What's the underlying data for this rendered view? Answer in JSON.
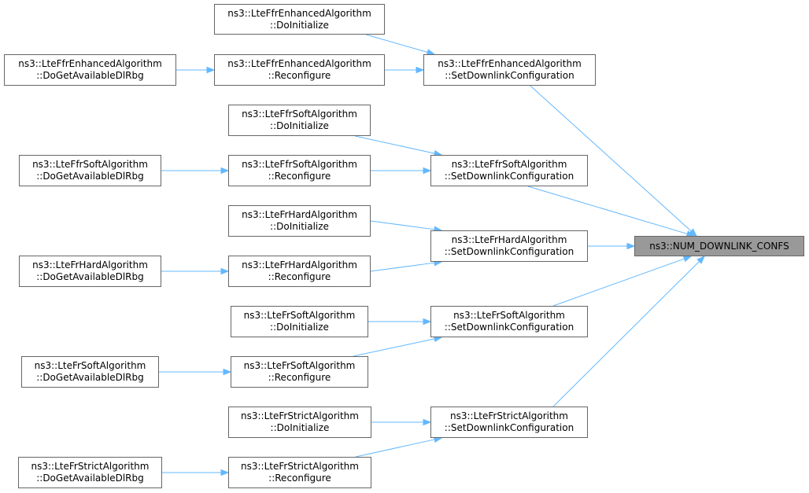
{
  "colors": {
    "edge": "#63b8ff",
    "node_border": "#666666",
    "target_fill": "#999999",
    "node_fill": "#ffffff"
  },
  "target": {
    "line1": "ns3::NUM_DOWNLINK_CONFS"
  },
  "nodes": {
    "enh_doinit": {
      "line1": "ns3::LteFfrEnhancedAlgorithm",
      "line2": "::DoInitialize"
    },
    "enh_dlrbg": {
      "line1": "ns3::LteFfrEnhancedAlgorithm",
      "line2": "::DoGetAvailableDlRbg"
    },
    "enh_reconf": {
      "line1": "ns3::LteFfrEnhancedAlgorithm",
      "line2": "::Reconfigure"
    },
    "enh_setdl": {
      "line1": "ns3::LteFfrEnhancedAlgorithm",
      "line2": "::SetDownlinkConfiguration"
    },
    "ffrsoft_doinit": {
      "line1": "ns3::LteFfrSoftAlgorithm",
      "line2": "::DoInitialize"
    },
    "ffrsoft_dlrbg": {
      "line1": "ns3::LteFfrSoftAlgorithm",
      "line2": "::DoGetAvailableDlRbg"
    },
    "ffrsoft_reconf": {
      "line1": "ns3::LteFfrSoftAlgorithm",
      "line2": "::Reconfigure"
    },
    "ffrsoft_setdl": {
      "line1": "ns3::LteFfrSoftAlgorithm",
      "line2": "::SetDownlinkConfiguration"
    },
    "hard_doinit": {
      "line1": "ns3::LteFrHardAlgorithm",
      "line2": "::DoInitialize"
    },
    "hard_dlrbg": {
      "line1": "ns3::LteFrHardAlgorithm",
      "line2": "::DoGetAvailableDlRbg"
    },
    "hard_reconf": {
      "line1": "ns3::LteFrHardAlgorithm",
      "line2": "::Reconfigure"
    },
    "hard_setdl": {
      "line1": "ns3::LteFrHardAlgorithm",
      "line2": "::SetDownlinkConfiguration"
    },
    "frsoft_doinit": {
      "line1": "ns3::LteFrSoftAlgorithm",
      "line2": "::DoInitialize"
    },
    "frsoft_dlrbg": {
      "line1": "ns3::LteFrSoftAlgorithm",
      "line2": "::DoGetAvailableDlRbg"
    },
    "frsoft_reconf": {
      "line1": "ns3::LteFrSoftAlgorithm",
      "line2": "::Reconfigure"
    },
    "frsoft_setdl": {
      "line1": "ns3::LteFrSoftAlgorithm",
      "line2": "::SetDownlinkConfiguration"
    },
    "strict_doinit": {
      "line1": "ns3::LteFrStrictAlgorithm",
      "line2": "::DoInitialize"
    },
    "strict_dlrbg": {
      "line1": "ns3::LteFrStrictAlgorithm",
      "line2": "::DoGetAvailableDlRbg"
    },
    "strict_reconf": {
      "line1": "ns3::LteFrStrictAlgorithm",
      "line2": "::Reconfigure"
    },
    "strict_setdl": {
      "line1": "ns3::LteFrStrictAlgorithm",
      "line2": "::SetDownlinkConfiguration"
    }
  },
  "edges": [
    [
      "enh_doinit",
      "enh_setdl"
    ],
    [
      "enh_dlrbg",
      "enh_reconf"
    ],
    [
      "enh_reconf",
      "enh_setdl"
    ],
    [
      "enh_setdl",
      "target"
    ],
    [
      "ffrsoft_doinit",
      "ffrsoft_setdl"
    ],
    [
      "ffrsoft_dlrbg",
      "ffrsoft_reconf"
    ],
    [
      "ffrsoft_reconf",
      "ffrsoft_setdl"
    ],
    [
      "ffrsoft_setdl",
      "target"
    ],
    [
      "hard_doinit",
      "hard_setdl"
    ],
    [
      "hard_dlrbg",
      "hard_reconf"
    ],
    [
      "hard_reconf",
      "hard_setdl"
    ],
    [
      "hard_setdl",
      "target"
    ],
    [
      "frsoft_doinit",
      "frsoft_setdl"
    ],
    [
      "frsoft_dlrbg",
      "frsoft_reconf"
    ],
    [
      "frsoft_reconf",
      "frsoft_setdl"
    ],
    [
      "frsoft_setdl",
      "target"
    ],
    [
      "strict_doinit",
      "strict_setdl"
    ],
    [
      "strict_dlrbg",
      "strict_reconf"
    ],
    [
      "strict_reconf",
      "strict_setdl"
    ],
    [
      "strict_setdl",
      "target"
    ]
  ]
}
